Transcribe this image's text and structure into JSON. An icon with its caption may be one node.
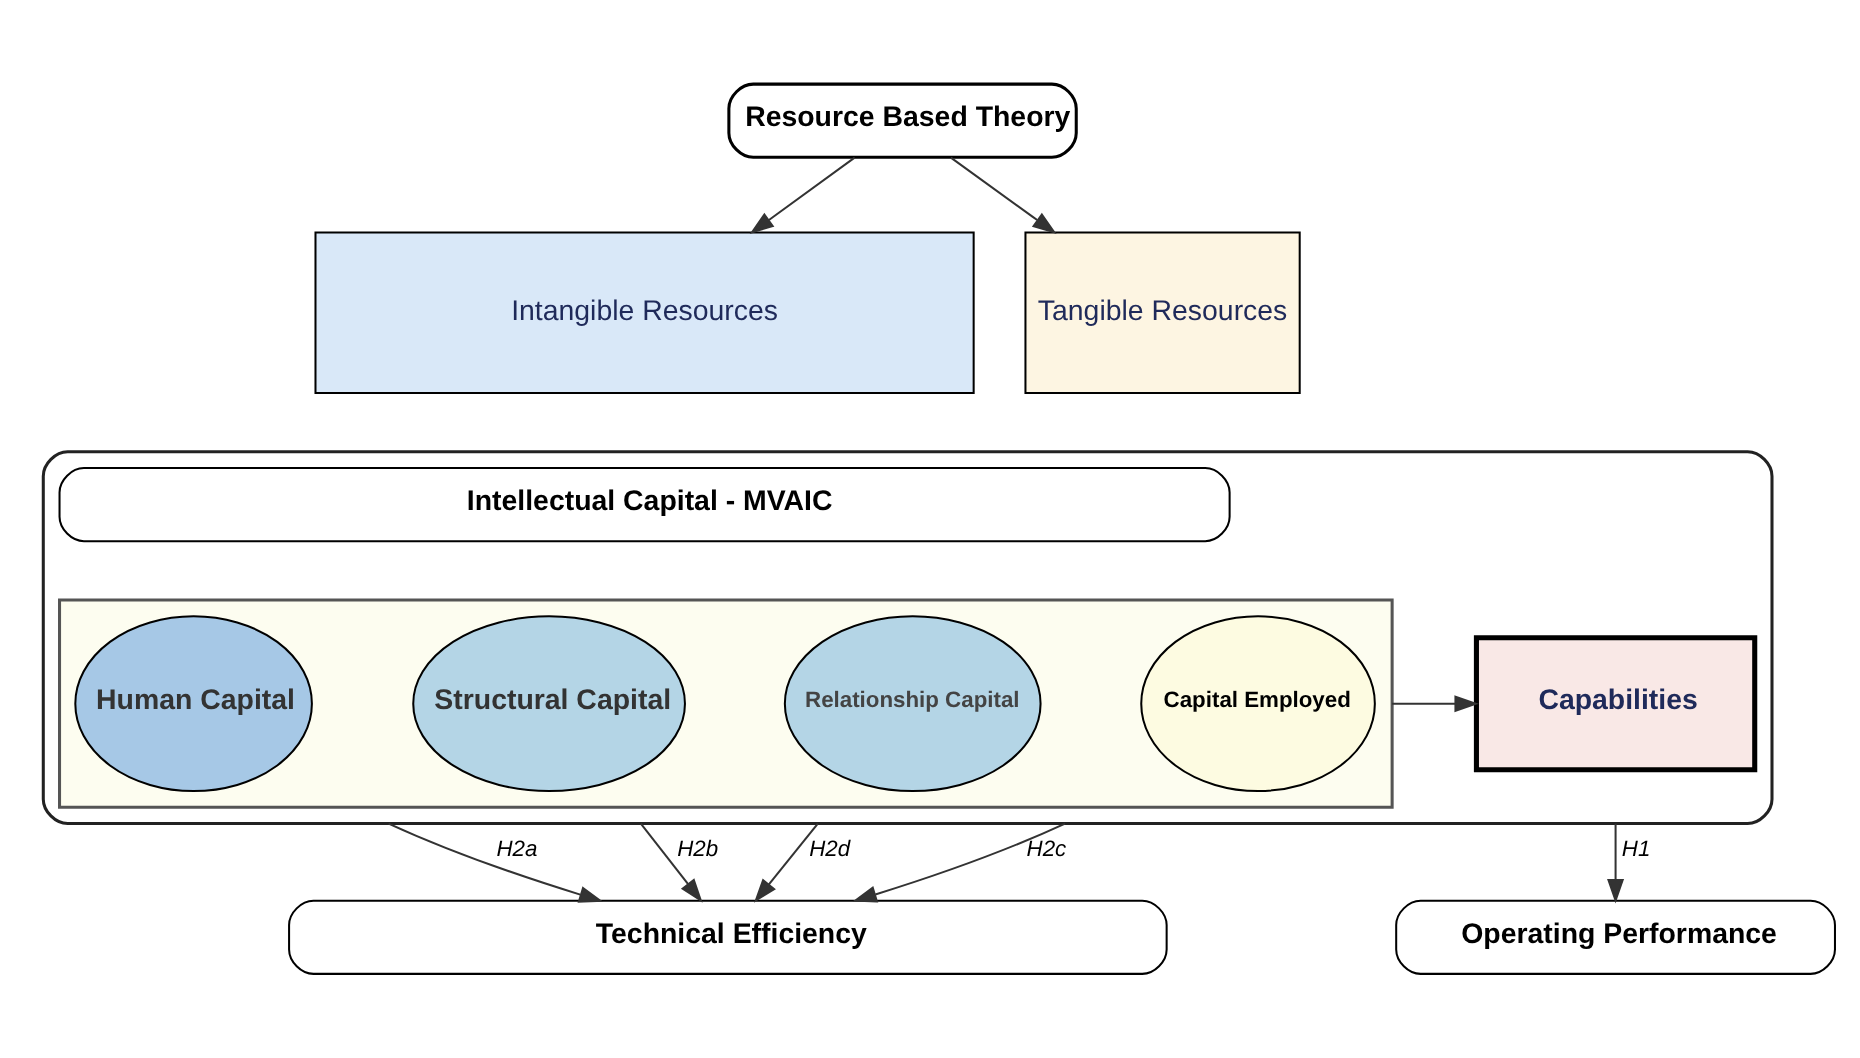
{
  "diagram": {
    "nodes": [
      {
        "text": [
          "Resource Based Theory"
        ]
      },
      {
        "text": [
          "Intangible Resources"
        ]
      },
      {
        "text": [
          "Tangible Resources"
        ]
      },
      {
        "text": [],
        "shape": "box"
      },
      {
        "text": [
          "Intellectual Capital - MVAIC"
        ],
        "in": 3
      },
      {
        "text": [],
        "shape": "box",
        "in": 3
      },
      {
        "text": [
          "Human Capital"
        ],
        "in": 5
      },
      {
        "text": [
          "Structural Capital"
        ],
        "in": 5
      },
      {
        "text": [
          "Relationship Capital"
        ],
        "in": 5
      },
      {
        "text": [
          "Capital Employed"
        ],
        "in": 5
      },
      {
        "text": [
          "Capabilities"
        ],
        "in": 3
      },
      {
        "text": [
          "Technical Efficiency"
        ]
      },
      {
        "text": [
          "Operating Performance"
        ]
      }
    ],
    "edges": [
      {
        "from": 0,
        "to": 1,
        "arrow": "to"
      },
      {
        "from": 0,
        "to": 2,
        "arrow": "to"
      },
      {
        "from": 5,
        "to": 10,
        "arrow": "to"
      },
      {
        "from": 3,
        "to": 11,
        "arrow": "to",
        "label": "H2a"
      },
      {
        "from": 3,
        "to": 11,
        "arrow": "to",
        "label": "H2b"
      },
      {
        "from": 3,
        "to": 11,
        "arrow": "to",
        "label": "H2d"
      },
      {
        "from": 3,
        "to": 11,
        "arrow": "to",
        "label": "H2c"
      },
      {
        "from": 3,
        "to": 12,
        "arrow": "to",
        "label": "H1"
      }
    ]
  }
}
